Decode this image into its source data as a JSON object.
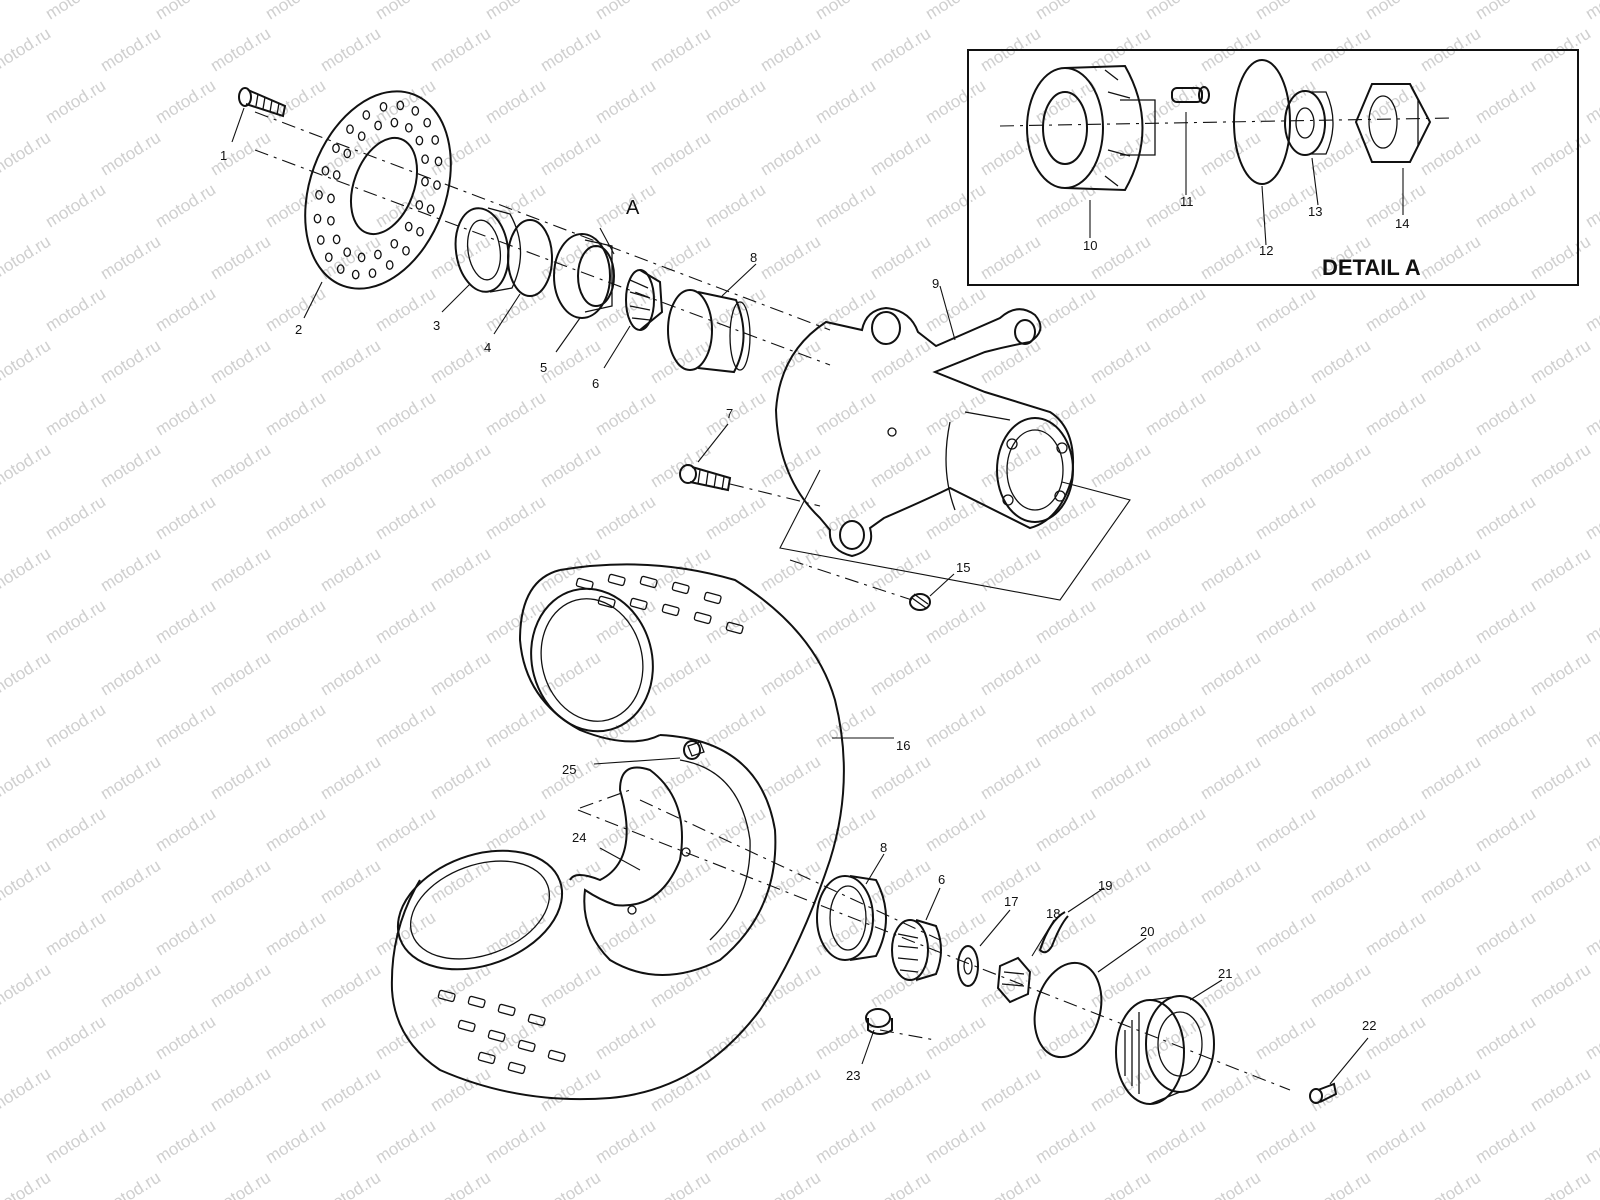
{
  "watermark": "motod.ru",
  "callout_a": "A",
  "detail_title": "DETAIL A",
  "labels": {
    "p1": "1",
    "p2": "2",
    "p3": "3",
    "p4": "4",
    "p5": "5",
    "p6": "6",
    "p7": "7",
    "p8": "8",
    "p9": "9",
    "p10": "10",
    "p11": "11",
    "p12": "12",
    "p13": "13",
    "p14": "14",
    "p15": "15",
    "p16": "16",
    "p17": "17",
    "p18": "18",
    "p19": "19",
    "p20": "20",
    "p21": "21",
    "p22": "22",
    "p23": "23",
    "p24": "24",
    "p25": "25",
    "p6b": "6",
    "p8b": "8"
  }
}
